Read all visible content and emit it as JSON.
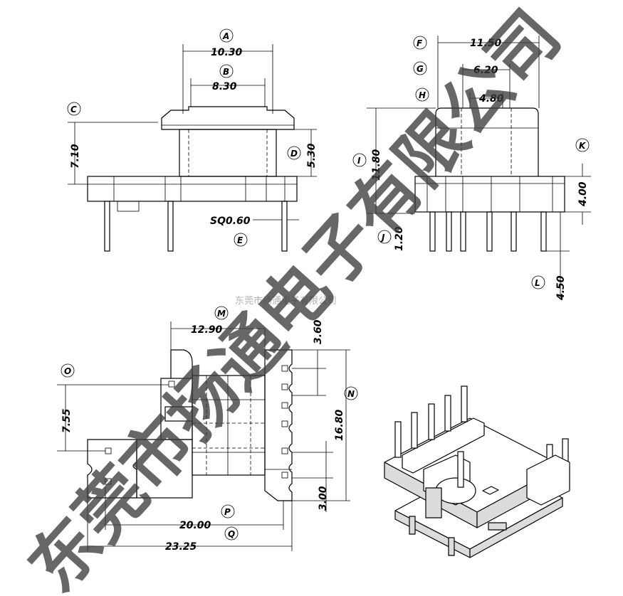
{
  "dimensions": {
    "A": "10.30",
    "B": "8.30",
    "C": "7.10",
    "D": "5.30",
    "E": "SQ0.60",
    "F": "11.50",
    "G": "6.20",
    "H": "4.80",
    "I": "11.80",
    "J": "1.20",
    "K": "4.00",
    "L": "4.50",
    "M": "12.90",
    "N": "16.80",
    "O": "7.55",
    "P": "20.00",
    "Q": "23.25",
    "top_small": "3.60",
    "bottom_small": "3.00"
  },
  "labels": {
    "A": "A",
    "B": "B",
    "C": "C",
    "D": "D",
    "E": "E",
    "F": "F",
    "G": "G",
    "H": "H",
    "I": "I",
    "J": "J",
    "K": "K",
    "L": "L",
    "M": "M",
    "N": "N",
    "O": "O",
    "P": "P",
    "Q": "Q"
  },
  "watermark": {
    "large": "东莞市扬通电子有限公司",
    "small": "东莞市扬通电子有限公司",
    "color": "#3c3c3c"
  }
}
